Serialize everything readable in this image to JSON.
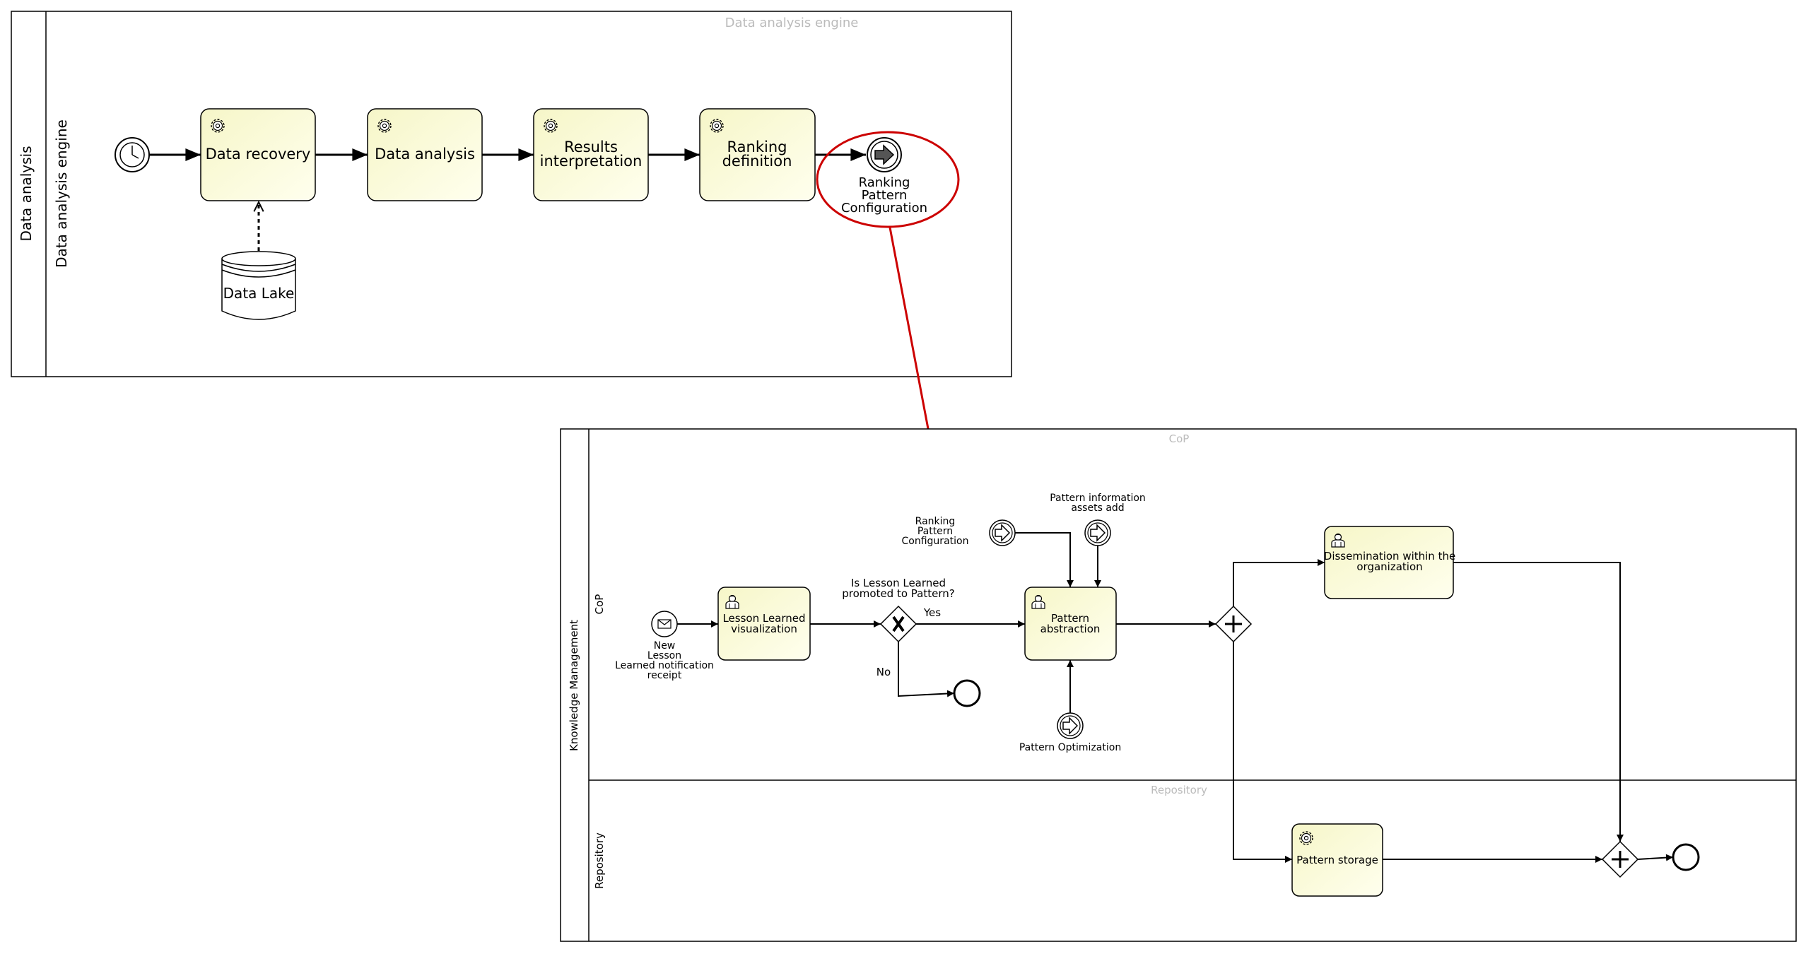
{
  "pool1": {
    "name": "Data analysis",
    "lane": "Data analysis engine",
    "lane_header": "Data analysis engine",
    "tasks": [
      "Data recovery",
      "Data analysis",
      "Results interpretation",
      "Ranking definition"
    ],
    "data_store": "Data Lake",
    "end_event": "Ranking Pattern Configuration"
  },
  "pool2": {
    "name": "Knowledge Management",
    "lane_cop": "CoP",
    "lane_cop_header": "CoP",
    "lane_repo": "Repository",
    "lane_repo_header": "Repository",
    "start_event": "New Lesson Learned notification receipt",
    "task_visualization": "Lesson Learned visualization",
    "gateway_question": "Is Lesson Learned promoted to Pattern?",
    "yes_label": "Yes",
    "no_label": "No",
    "event_ranking": "Ranking Pattern Configuration",
    "event_info": "Pattern information assets add",
    "event_optimization": "Pattern Optimization",
    "task_abstraction": "Pattern abstraction",
    "task_dissemination": "Dissemination within the organization",
    "task_storage": "Pattern storage"
  },
  "colors": {
    "task_fill": "#fbfbd6",
    "highlight": "#cc0000",
    "lane_header_text": "#bbbbbb"
  }
}
